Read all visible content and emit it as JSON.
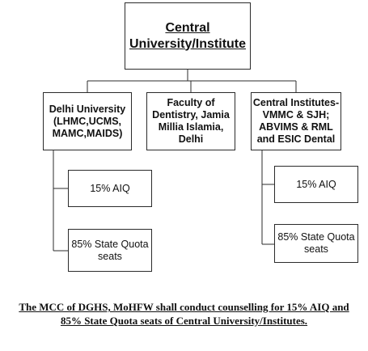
{
  "root": {
    "line1": "Central",
    "line2": "University/Institute"
  },
  "children": [
    {
      "text": "Delhi University (LHMC,UCMS, MAMC,MAIDS)"
    },
    {
      "text": "Faculty of Dentistry, Jamia Millia Islamia, Delhi"
    },
    {
      "text": "Central Institutes-VMMC & SJH; ABVIMS & RML and ESIC Dental"
    }
  ],
  "leaves": {
    "left_top": "15% AIQ",
    "left_bottom": "85% State Quota seats",
    "right_top": "15% AIQ",
    "right_bottom": "85% State Quota seats"
  },
  "caption": {
    "line1": "The MCC of DGHS, MoHFW shall conduct counselling for 15% AIQ and",
    "line2": "85% State Quota seats of Central University/Institutes."
  },
  "colors": {
    "line": "#2b2b2b",
    "text": "#111111"
  }
}
